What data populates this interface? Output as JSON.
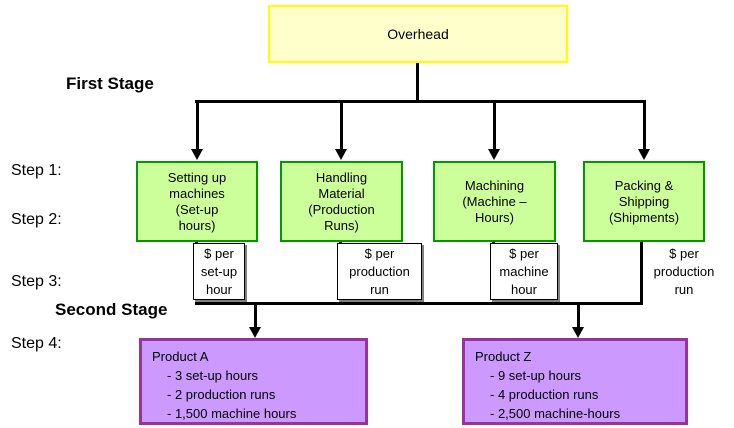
{
  "colors": {
    "overhead-fill": "#FFFFCC",
    "overhead-border": "#FFFF00",
    "activity-fill": "#CCFF99",
    "activity-border": "#009900",
    "product-fill": "#CC99FF",
    "product-border": "#993399",
    "connector": "#000000"
  },
  "stages": {
    "first": "First Stage",
    "second": "Second Stage"
  },
  "steps": {
    "step1": "Step 1:",
    "step2": "Step 2:",
    "step3": "Step 3:",
    "step4": "Step 4:"
  },
  "overhead": {
    "label": "Overhead"
  },
  "activities": [
    {
      "lines": [
        "Setting up",
        "machines",
        "(Set-up",
        "hours)"
      ]
    },
    {
      "lines": [
        "Handling",
        "Material",
        "(Production",
        "Runs)"
      ]
    },
    {
      "lines": [
        "Machining",
        "(Machine –",
        "Hours)"
      ]
    },
    {
      "lines": [
        "Packing &",
        "Shipping",
        "(Shipments)"
      ]
    }
  ],
  "rates": [
    {
      "lines": [
        "$ per",
        "set-up",
        "hour"
      ]
    },
    {
      "lines": [
        "$ per",
        "production",
        "run"
      ]
    },
    {
      "lines": [
        "$ per",
        "machine",
        "hour"
      ]
    },
    {
      "lines": [
        "$ per",
        "production",
        "run"
      ]
    }
  ],
  "products": [
    {
      "name": "Product A",
      "items": [
        "- 3 set-up hours",
        "- 2 production runs",
        "- 1,500 machine hours"
      ]
    },
    {
      "name": "Product Z",
      "items": [
        "- 9 set-up hours",
        "- 4 production runs",
        "- 2,500 machine-hours"
      ]
    }
  ]
}
